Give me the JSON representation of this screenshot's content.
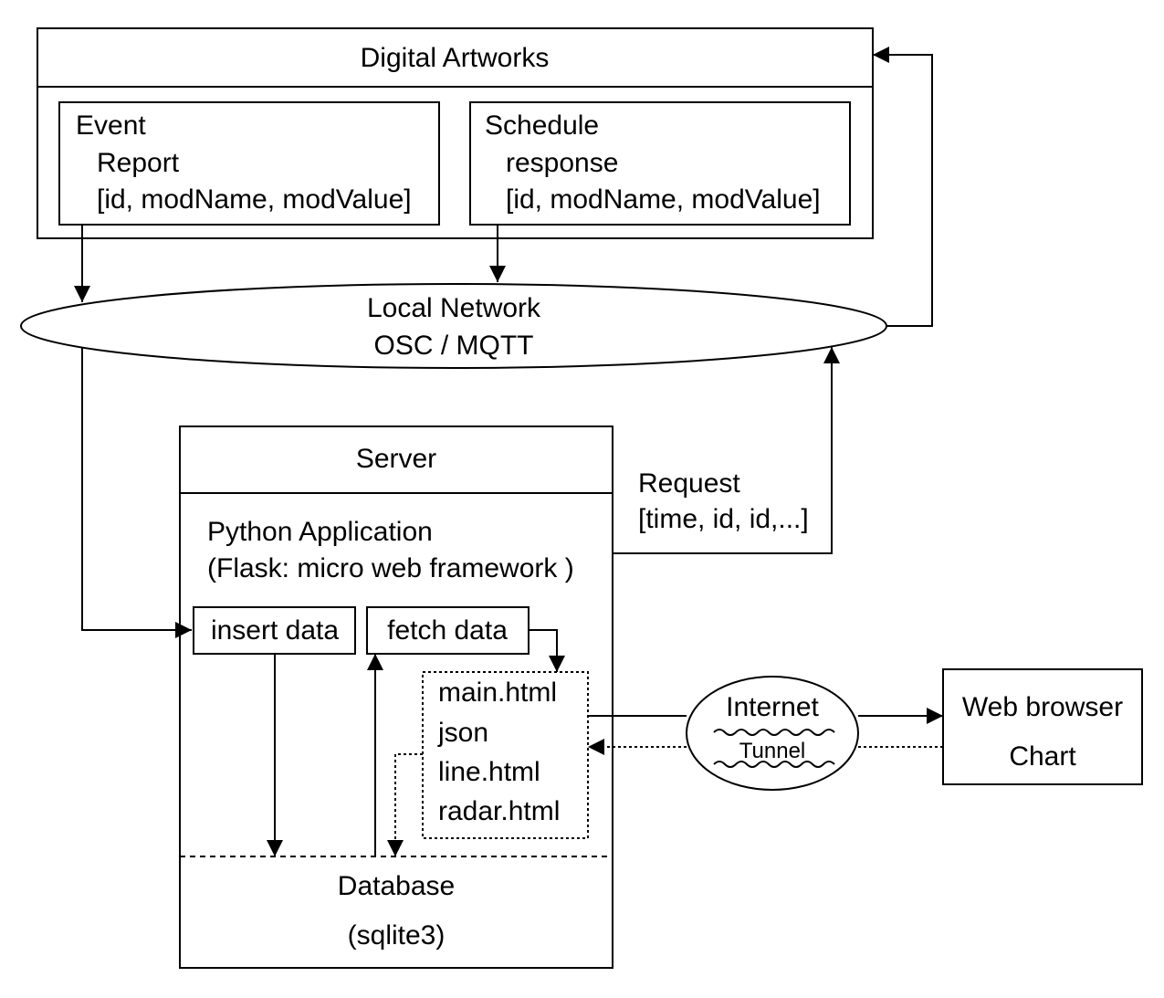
{
  "artworks": {
    "title": "Digital Artworks",
    "event": {
      "line1": "Event",
      "line2": "Report",
      "line3": "[id, modName, modValue]"
    },
    "schedule": {
      "line1": "Schedule",
      "line2": "response",
      "line3": "[id, modName, modValue]"
    }
  },
  "network": {
    "line1": "Local Network",
    "line2": "OSC / MQTT"
  },
  "request": {
    "line1": "Request",
    "line2": "[time, id, id,...]"
  },
  "server": {
    "title": "Server",
    "app_line1": "Python Application",
    "app_line2": "(Flask: micro web framework )",
    "insert_label": "insert data",
    "fetch_label": "fetch data",
    "files": [
      "main.html",
      "json",
      "line.html",
      "radar.html"
    ],
    "db_line1": "Database",
    "db_line2": "(sqlite3)"
  },
  "internet": {
    "line1": "Internet",
    "line2": "Tunnel"
  },
  "browser": {
    "line1": "Web browser",
    "line2": "Chart"
  }
}
